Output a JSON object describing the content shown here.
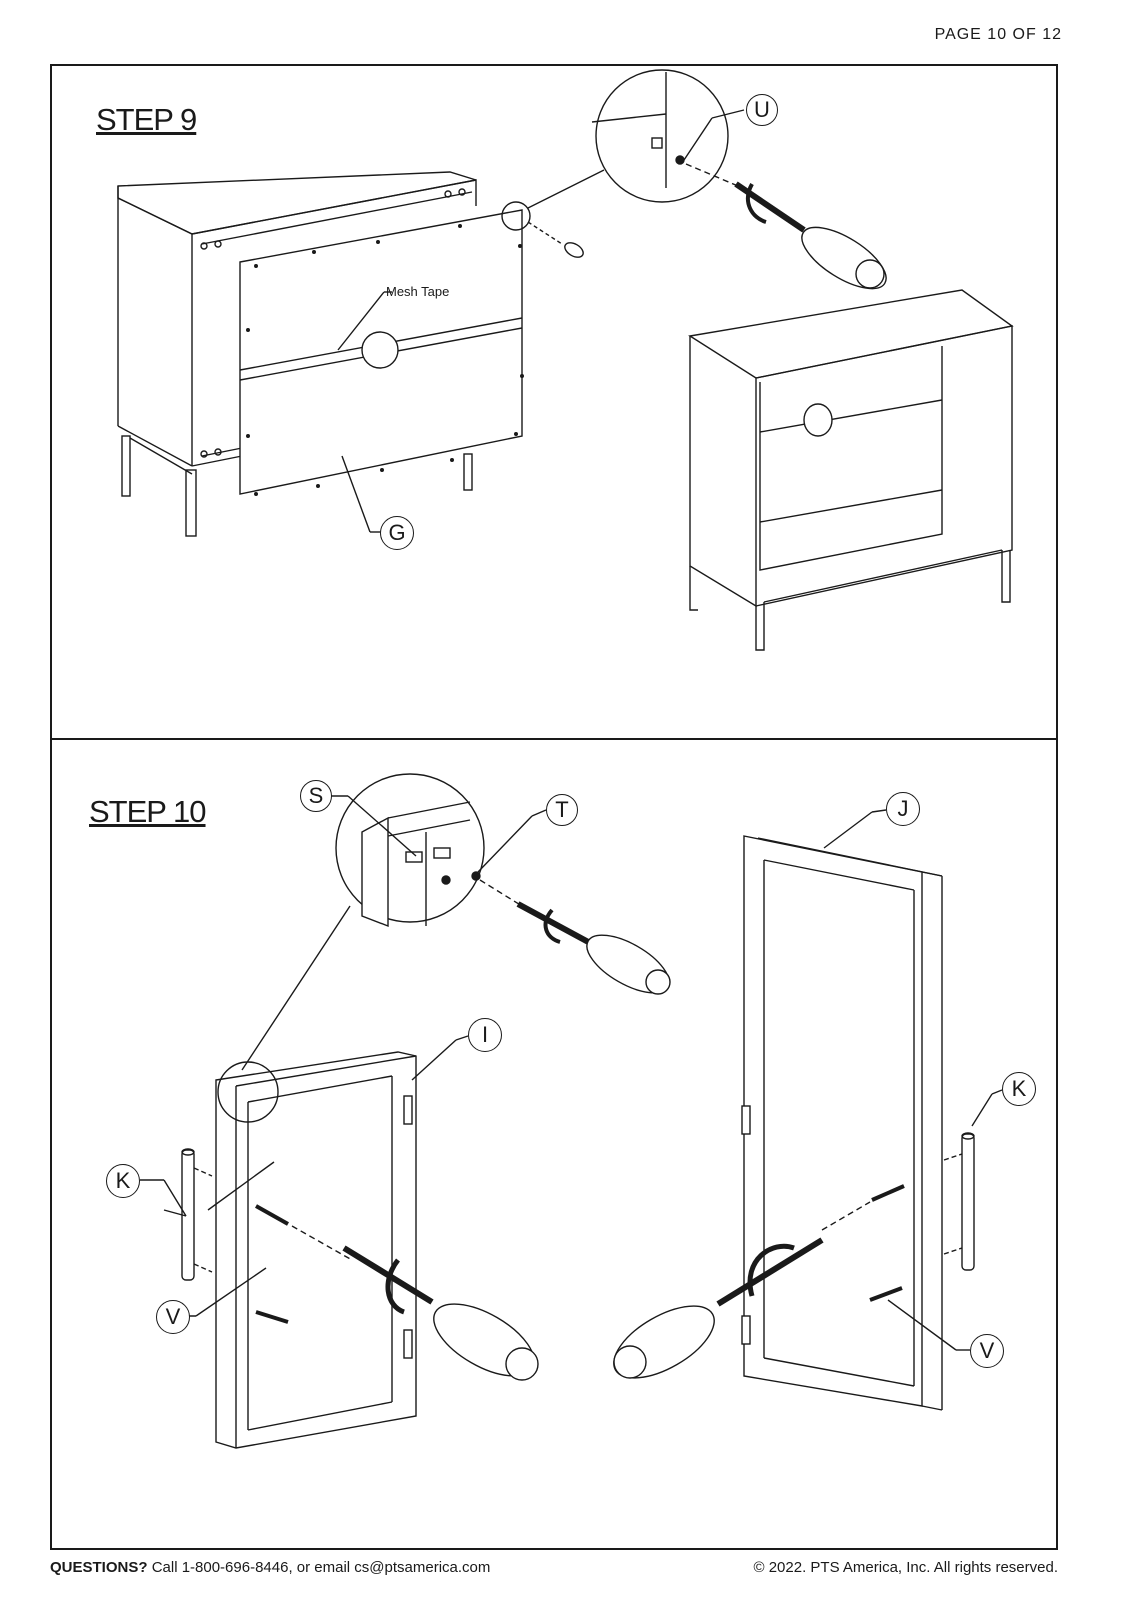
{
  "header": {
    "page_number": "PAGE 10 OF 12"
  },
  "step9": {
    "title": "STEP 9",
    "mesh_label": "Mesh Tape",
    "callouts": {
      "u": "U",
      "g": "G"
    }
  },
  "step10": {
    "title": "STEP 10",
    "callouts": {
      "s": "S",
      "t": "T",
      "i": "I",
      "j": "J",
      "k_left": "K",
      "k_right": "K",
      "v_left": "V",
      "v_right": "V"
    }
  },
  "footer": {
    "questions_label": "QUESTIONS?",
    "contact_text": "Call 1-800-696-8446, or email cs@ptsamerica.com",
    "copyright": "© 2022. PTS America, Inc. All rights reserved."
  }
}
